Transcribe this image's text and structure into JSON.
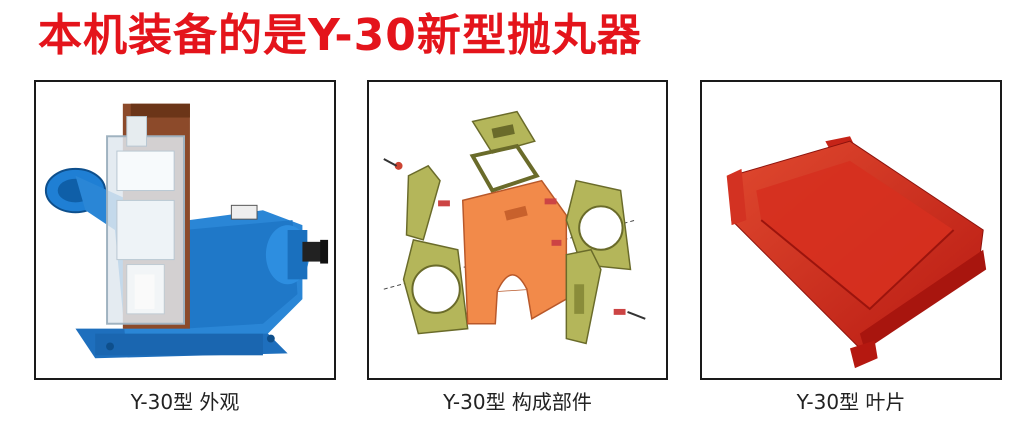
{
  "page_title": "本机装备的是Y-30新型抛丸器",
  "figures": [
    {
      "caption": "Y-30型 外观",
      "image": "blue shot blasting machine assembly"
    },
    {
      "caption": "Y-30型 构成部件",
      "image": "exploded view of components"
    },
    {
      "caption": "Y-30型 叶片",
      "image": "red impeller blade"
    }
  ],
  "colors": {
    "title": "#e4141b",
    "machine_body": "#1e78c8",
    "component_olive": "#b4b65a",
    "component_orange": "#f28a4a",
    "blade_red": "#d4281e"
  }
}
